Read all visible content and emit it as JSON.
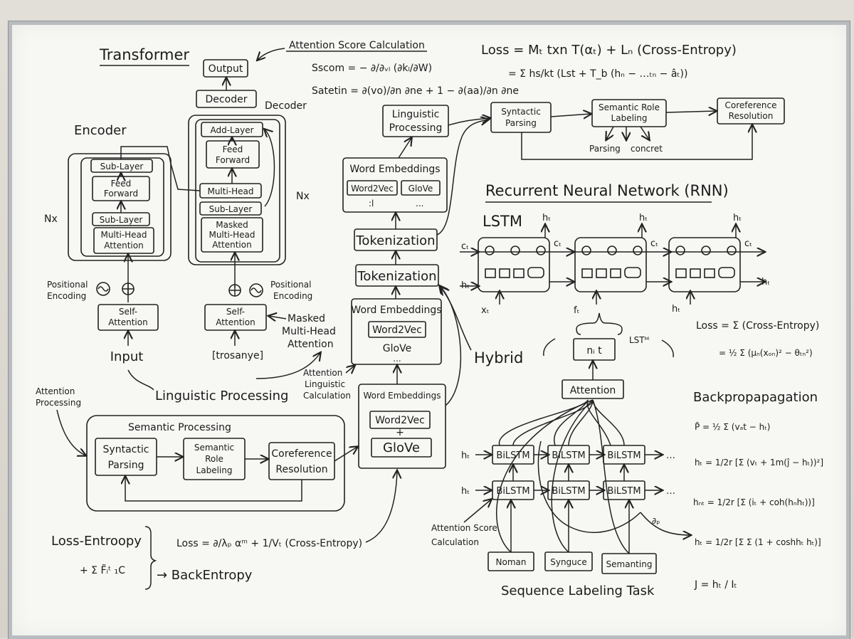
{
  "transformer": {
    "title": "Transformer",
    "output": "Output",
    "decoder_box": "Decoder",
    "decoder_label": "Decoder",
    "encoder_label": "Encoder",
    "add_layer": "Add-Layer",
    "feed_forward_l1": "Feed",
    "feed_forward_l2": "Forward",
    "multi_head": "Multi-Head",
    "sub_layer": "Sub-Layer",
    "masked_l1": "Masked",
    "masked_l2": "Multi-Head",
    "masked_l3": "Attention",
    "nx": "Nx",
    "enc_sub_layer_top": "Sub-Layer",
    "enc_ff_l1": "Feed",
    "enc_ff_l2": "Forward",
    "enc_sub_layer": "Sub-Layer",
    "enc_mha_l1": "Multi-Head",
    "enc_mha_l2": "Attention",
    "pos_enc_l1": "Positional",
    "pos_enc_l2": "Encoding",
    "self_att_l1": "Self-",
    "self_att_l2": "Attention",
    "input": "Input",
    "dec_input": "[trosanye]",
    "masked_note_l1": "Masked",
    "masked_note_l2": "Multi-Head",
    "masked_note_l3": "Attention"
  },
  "attention_score": {
    "title": "Attention Score Calculation",
    "formula1": "Sscom = − ∂/∂ᵥₗ (∂kₗ/∂W)",
    "formula2": "Satetin = ∂(vo)/∂n ∂ne + 1 − ∂(aa)/∂n ∂ne"
  },
  "loss_top": {
    "line1": "Loss = Mₜ txn T(αₜ) + Lₙ (Cross-Entropy)",
    "line2": "= Σ hs/kt (Lst + T_b (hₙ − …ₜₙ − âₜ))"
  },
  "pipeline_top": {
    "linguistic_l1": "Linguistic",
    "linguistic_l2": "Processing",
    "syntactic_l1": "Syntactic",
    "syntactic_l2": "Parsing",
    "srl_l1": "Semantic Role",
    "srl_l2": "Labeling",
    "coref_l1": "Coreference",
    "coref_l2": "Resolution",
    "parsing": "Parsing",
    "concret": "concret"
  },
  "middle": {
    "we_top_title": "Word Embeddings",
    "w2v": "Word2Vec",
    "glove": "GloVe",
    "dots_a": ":l",
    "dots_b": "...",
    "tokenization1": "Tokenization",
    "tokenization2": "Tokenization",
    "we_mid_title": "Word Embeddings",
    "w2v_mid": "Word2Vec",
    "glove_mid": "GloVe",
    "dots_mid": "...",
    "att_ling_l1": "Attention",
    "att_ling_l2": "Linguistic",
    "att_ling_l3": "Calculation",
    "we_low_title": "Word Embeddings",
    "w2v_low": "Word2Vec",
    "plus": "+",
    "glove_low": "GloVe",
    "hybrid": "Hybrid"
  },
  "rnn": {
    "title": "Recurrent Neural Network (RNN)",
    "lstm": "LSTM",
    "ct": "cₜ",
    "ht": "hₜ",
    "xt": "xₜ",
    "ft": "fₜ"
  },
  "semantic": {
    "attention_processing_l1": "Attention",
    "attention_processing_l2": "Processing",
    "linguistic_processing": "Linguistic Processing",
    "title": "Semantic Processing",
    "syntactic_l1": "Syntactic",
    "syntactic_l2": "Parsing",
    "srl_l1": "Semantic",
    "srl_l2": "Role",
    "srl_l3": "Labeling",
    "coref_l1": "Coreference",
    "coref_l2": "Resolution"
  },
  "loss_bottom": {
    "left1": "Loss-Entroopy",
    "left2": "+ Σ F̃ᵢᵗ ₁C",
    "backentropy": "→ BackEntropy",
    "formula": "Loss = ∂/λₚ αᵐ + 1/Vₜ (Cross-Entropy)"
  },
  "sequence": {
    "nt": "nᵢ t",
    "lstm_label": "LSTᴹ",
    "attention": "Attention",
    "bilstm": "BiLSTM",
    "ht": "hₜ",
    "dots": "…",
    "att_score_l1": "Attention Score",
    "att_score_l2": "Calculation",
    "noman": "Noman",
    "syngauce": "Synguce",
    "semanting": "Semanting",
    "dp": "∂ₚ",
    "title": "Sequence Labeling Task"
  },
  "right_math": {
    "loss": "Loss = Σ (Cross-Entropy)",
    "loss2": "= ½ Σ (μₙ(xₒₙ)² − θₜₙ²)",
    "backprop": "Backpropapagation",
    "bp1": "P̃ = ½ Σ (vₐt − hₜ)",
    "bp2": "hₜ = 1/2r [Σ (vₜ + 1m(ĵ − hₜ))²]",
    "bp3": "hₙₜ = 1/2r [Σ (iₜ + coh(hₙhₜ))]",
    "bp4": "hₜ = 1/2r [Σ Σ (1 + coshhₜ hₜ)]",
    "j": "J = hₜ / Iₜ"
  }
}
